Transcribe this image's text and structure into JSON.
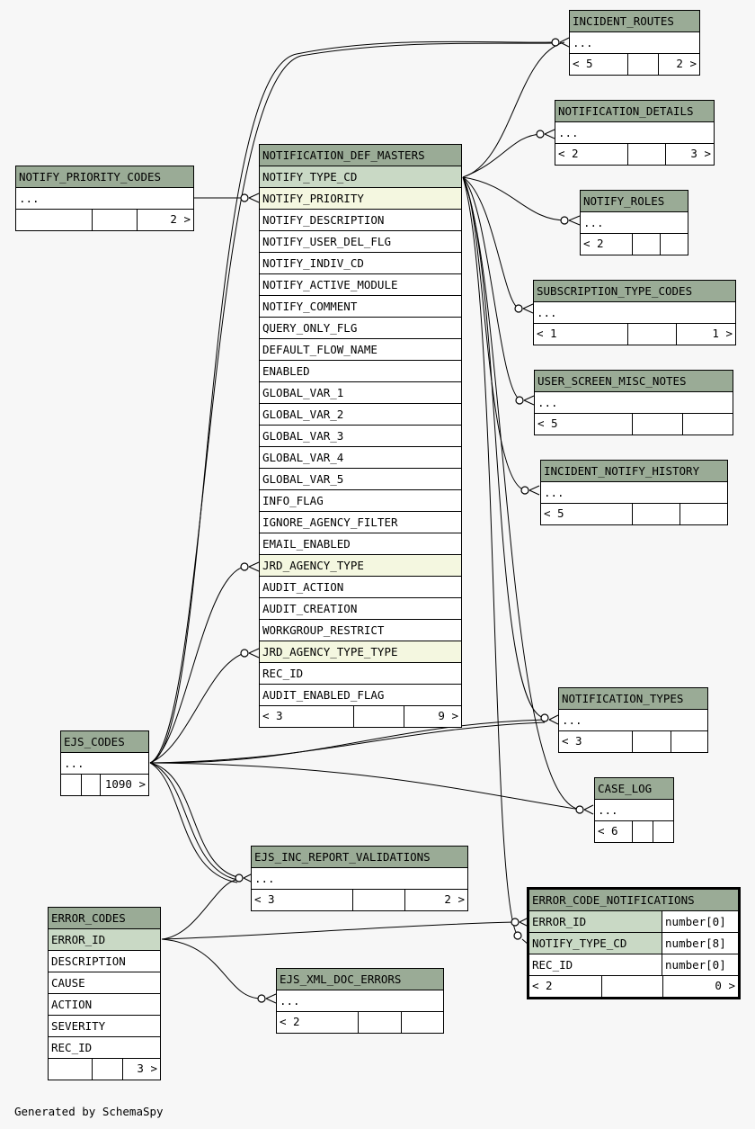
{
  "footer": {
    "generated_by": "Generated by SchemaSpy"
  },
  "tables": {
    "incident_routes": {
      "name": "INCIDENT_ROUTES",
      "ellipsis": "...",
      "parents": "< 5",
      "children": "2 >"
    },
    "notification_details": {
      "name": "NOTIFICATION_DETAILS",
      "ellipsis": "...",
      "parents": "< 2",
      "children": "3 >"
    },
    "notify_roles": {
      "name": "NOTIFY_ROLES",
      "ellipsis": "...",
      "parents": "< 2",
      "children": ""
    },
    "subscription_type_codes": {
      "name": "SUBSCRIPTION_TYPE_CODES",
      "ellipsis": "...",
      "parents": "< 1",
      "children": "1 >"
    },
    "user_screen_misc_notes": {
      "name": "USER_SCREEN_MISC_NOTES",
      "ellipsis": "...",
      "parents": "< 5",
      "children": ""
    },
    "incident_notify_history": {
      "name": "INCIDENT_NOTIFY_HISTORY",
      "ellipsis": "...",
      "parents": "< 5",
      "children": ""
    },
    "notify_priority_codes": {
      "name": "NOTIFY_PRIORITY_CODES",
      "ellipsis": "...",
      "parents": "",
      "children": "2 >"
    },
    "notification_def_masters": {
      "name": "NOTIFICATION_DEF_MASTERS",
      "columns": [
        "NOTIFY_TYPE_CD",
        "NOTIFY_PRIORITY",
        "NOTIFY_DESCRIPTION",
        "NOTIFY_USER_DEL_FLG",
        "NOTIFY_INDIV_CD",
        "NOTIFY_ACTIVE_MODULE",
        "NOTIFY_COMMENT",
        "QUERY_ONLY_FLG",
        "DEFAULT_FLOW_NAME",
        "ENABLED",
        "GLOBAL_VAR_1",
        "GLOBAL_VAR_2",
        "GLOBAL_VAR_3",
        "GLOBAL_VAR_4",
        "GLOBAL_VAR_5",
        "INFO_FLAG",
        "IGNORE_AGENCY_FILTER",
        "EMAIL_ENABLED",
        "JRD_AGENCY_TYPE",
        "AUDIT_ACTION",
        "AUDIT_CREATION",
        "WORKGROUP_RESTRICT",
        "JRD_AGENCY_TYPE_TYPE",
        "REC_ID",
        "AUDIT_ENABLED_FLAG"
      ],
      "parents": "< 3",
      "children": "9 >"
    },
    "notification_types": {
      "name": "NOTIFICATION_TYPES",
      "ellipsis": "...",
      "parents": "< 3",
      "children": ""
    },
    "ejs_codes": {
      "name": "EJS_CODES",
      "ellipsis": "...",
      "parents": "",
      "children": "1090 >"
    },
    "case_log": {
      "name": "CASE_LOG",
      "ellipsis": "...",
      "parents": "< 6",
      "children": ""
    },
    "ejs_inc_report_validations": {
      "name": "EJS_INC_REPORT_VALIDATIONS",
      "ellipsis": "...",
      "parents": "< 3",
      "children": "2 >"
    },
    "error_codes": {
      "name": "ERROR_CODES",
      "columns": [
        "ERROR_ID",
        "DESCRIPTION",
        "CAUSE",
        "ACTION",
        "SEVERITY",
        "REC_ID"
      ],
      "parents": "",
      "children": "3 >"
    },
    "error_code_notifications": {
      "name": "ERROR_CODE_NOTIFICATIONS",
      "columns": [
        {
          "name": "ERROR_ID",
          "type": "number[0]"
        },
        {
          "name": "NOTIFY_TYPE_CD",
          "type": "number[8]"
        },
        {
          "name": "REC_ID",
          "type": "number[0]"
        }
      ],
      "parents": "< 2",
      "children": "0 >"
    },
    "ejs_xml_doc_errors": {
      "name": "EJS_XML_DOC_ERRORS",
      "ellipsis": "...",
      "parents": "< 2",
      "children": ""
    }
  }
}
